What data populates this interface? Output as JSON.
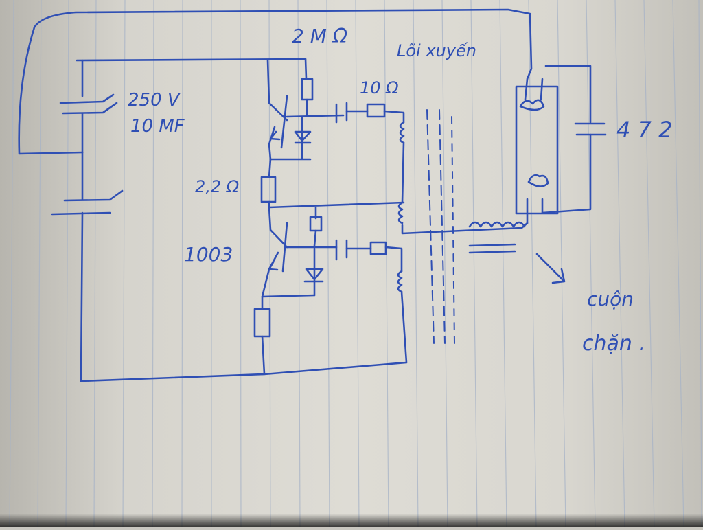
{
  "labels": {
    "resistor_2m": "2 M Ω",
    "core_note": "Lõi xuyến",
    "cap_voltage": "250 V",
    "cap_value": "10 MF",
    "res_10": "10 Ω",
    "res_2_2": "2,2 Ω",
    "transistor": "1003",
    "cap_472": "4 7 2",
    "choke_line1": "cuộn",
    "choke_line2": "chặn ."
  },
  "colors": {
    "ink": "#2f4fb4",
    "paper": "#dedcd5",
    "rule": "#a7b3c7"
  }
}
